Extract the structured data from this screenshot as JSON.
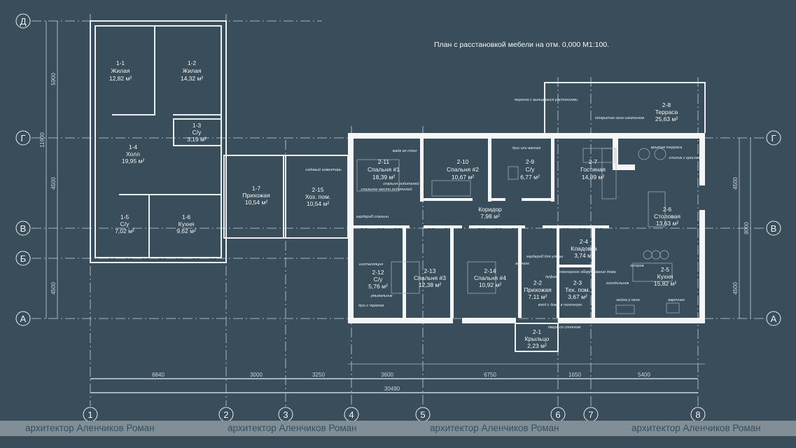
{
  "title": "План с расстановкой мебели на отм. 0,000 М1:100.",
  "axes_rows": [
    "Д",
    "Г",
    "В",
    "Б",
    "А"
  ],
  "axes_cols": [
    "1",
    "2",
    "3",
    "4",
    "5",
    "6",
    "7",
    "8"
  ],
  "dims_bottom": [
    "6840",
    "3000",
    "3250",
    "3600",
    "6750",
    "1650",
    "5400"
  ],
  "dim_total": "30490",
  "dims_left": [
    "5900",
    "4500",
    "11900",
    "4500"
  ],
  "dims_right": [
    "4500",
    "9000",
    "4500"
  ],
  "rooms": [
    {
      "id": "1-1",
      "name": "Жилая",
      "area": "12,82 м²"
    },
    {
      "id": "1-2",
      "name": "Жилая",
      "area": "14,32 м²"
    },
    {
      "id": "1-3",
      "name": "С/у",
      "area": "3,19 м²"
    },
    {
      "id": "1-4",
      "name": "Холл",
      "area": "19,95 м²"
    },
    {
      "id": "1-5",
      "name": "С/у",
      "area": "7,02 м²"
    },
    {
      "id": "1-6",
      "name": "Кухня",
      "area": "9,62 м²"
    },
    {
      "id": "1-7",
      "name": "Прихожая",
      "area": "10,54 м²"
    },
    {
      "id": "2-15",
      "name": "Хоз. пом.",
      "area": "10,54 м²"
    },
    {
      "id": "2-11",
      "name": "Спальня #1",
      "area": "18,39 м²"
    },
    {
      "id": "2-10",
      "name": "Спальня #2",
      "area": "10,67 м²"
    },
    {
      "id": "2-9",
      "name": "С/у",
      "area": "6,77 м²"
    },
    {
      "id": "2-7",
      "name": "Гостиная",
      "area": "14,89 м²"
    },
    {
      "id": "2-8",
      "name": "Терраса",
      "area": "25,63 м²"
    },
    {
      "id": "2-6",
      "name": "Столовая",
      "area": "13,63 м²"
    },
    {
      "id": "2-5",
      "name": "Кухня",
      "area": "15,82 м²"
    },
    {
      "id": "2-4",
      "name": "Кладовка",
      "area": "3,74 м²"
    },
    {
      "id": "2-3",
      "name": "Тех. пом.",
      "area": "3,67 м²"
    },
    {
      "id": "2-2",
      "name": "Прихожая",
      "area": "7,11 м²"
    },
    {
      "id": "2-1",
      "name": "Крыльцо",
      "area": "2,23 м²"
    },
    {
      "id": "2-14",
      "name": "Спальня #4",
      "area": "10,92 м²"
    },
    {
      "id": "2-13",
      "name": "Спальня #3",
      "area": "12,38 м²"
    },
    {
      "id": "2-12",
      "name": "С/у",
      "area": "5,76 м²"
    }
  ],
  "corridor": {
    "name": "Коридор",
    "area": "7,98 м²"
  },
  "notes": [
    "садовый инвентарь",
    "майк ап стол",
    "спальня родителей",
    "спальное место родителей",
    "гардероб спальни",
    "душ или ванная",
    "пергола с вьющимися растениями",
    "открытая зона шезлонгов",
    "крытая терраса",
    "столик с креслами",
    "гардероб для улицы",
    "зеркало",
    "пуфик",
    "инженерное оборудование дома",
    "вход с дома в топочную",
    "дверь со стеклом",
    "остров",
    "холодильник",
    "мойка у окна",
    "варочная",
    "душ с трапом",
    "умывальник",
    "инсталляция"
  ],
  "signature": "архитектор Аленчиков Роман"
}
